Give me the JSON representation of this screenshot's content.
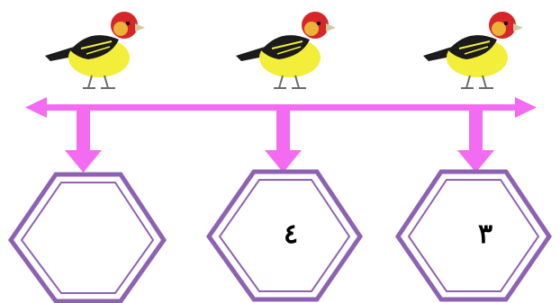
{
  "colors": {
    "arrow": "#f26bf0",
    "hex_border": "#8e62b3",
    "bird_body": "#f3ee3a",
    "bird_head": "#d6262a",
    "bird_wing": "#1b1b1b"
  },
  "birds": [
    {
      "name": "bird-1"
    },
    {
      "name": "bird-2"
    },
    {
      "name": "bird-3"
    }
  ],
  "hexagons": [
    {
      "value": ""
    },
    {
      "value": "٤"
    },
    {
      "value": "٣"
    }
  ]
}
